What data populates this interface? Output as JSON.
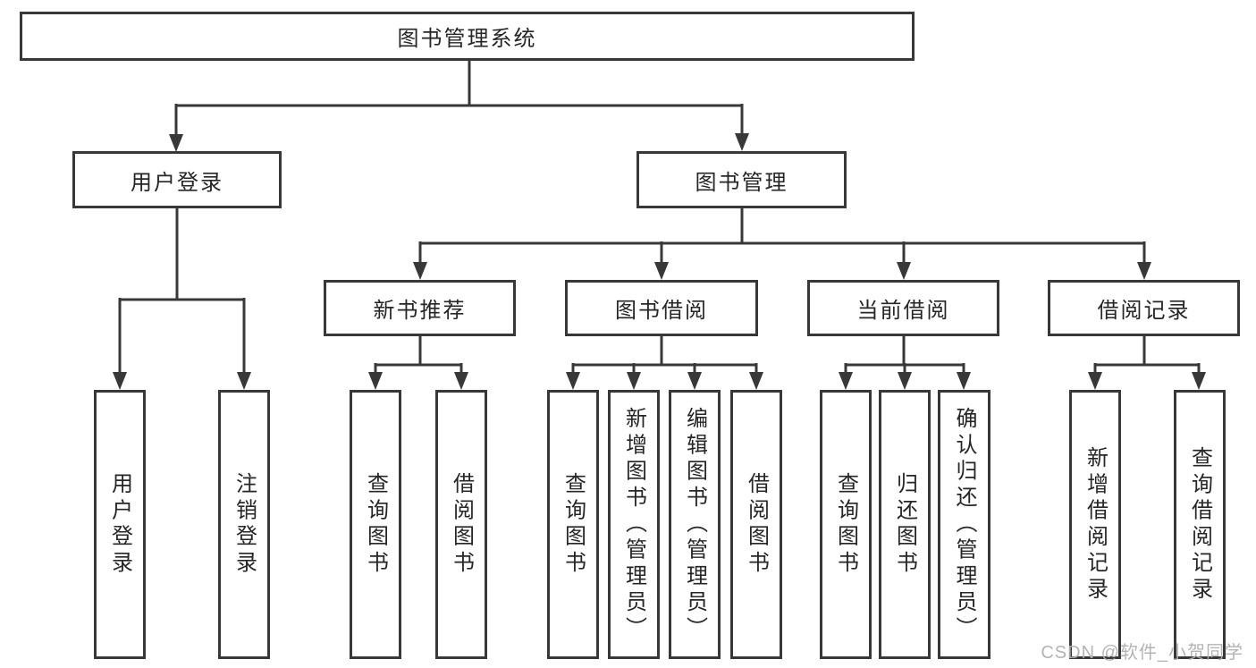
{
  "diagram": {
    "root": {
      "label": "图书管理系统"
    },
    "level2": [
      {
        "label": "用户登录"
      },
      {
        "label": "图书管理"
      }
    ],
    "level3": [
      {
        "label": "新书推荐"
      },
      {
        "label": "图书借阅"
      },
      {
        "label": "当前借阅"
      },
      {
        "label": "借阅记录"
      }
    ],
    "leaves": {
      "user_login": [
        {
          "label": "用户登录"
        },
        {
          "label": "注销登录"
        }
      ],
      "new_books": [
        {
          "label": "查询图书"
        },
        {
          "label": "借阅图书"
        }
      ],
      "book_borrow": [
        {
          "label": "查询图书"
        },
        {
          "label": "新增图书（管理员）"
        },
        {
          "label": "编辑图书（管理员）"
        },
        {
          "label": "借阅图书"
        }
      ],
      "current_borrow": [
        {
          "label": "查询图书"
        },
        {
          "label": "归还图书"
        },
        {
          "label": "确认归还（管理员）"
        }
      ],
      "borrow_records": [
        {
          "label": "新增借阅记录"
        },
        {
          "label": "查询借阅记录"
        }
      ]
    }
  },
  "watermark": {
    "text": "CSDN @软件_小贺同学"
  },
  "colors": {
    "line": "#383838",
    "text": "#262626",
    "watermark": "#b0b0b0",
    "background": "#ffffff"
  }
}
